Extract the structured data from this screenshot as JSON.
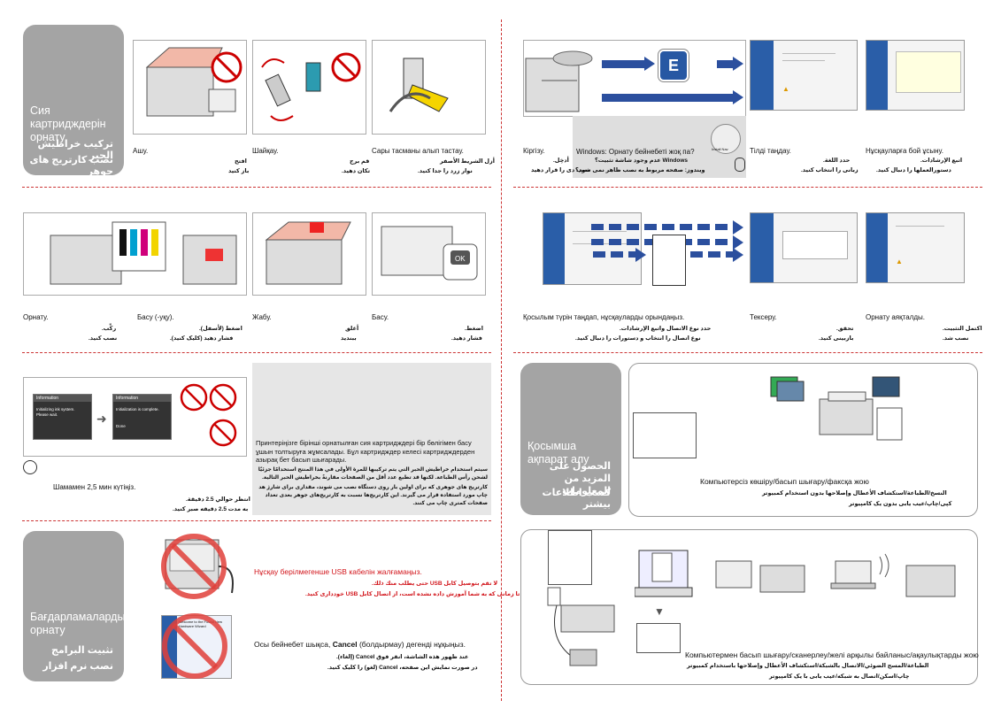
{
  "left_top": {
    "tab_title": "Сия картридждерін орнату",
    "tab_ar_1": "ترکیب خراطیش الحبر",
    "tab_ar_2": "نصب کارتریج های جوهر",
    "steps": [
      {
        "kz": "Ашу.",
        "ar1": "افتح",
        "ar2": "باز کنید"
      },
      {
        "kz": "Шайқау.",
        "ar1": "قم برج",
        "ar2": "تکان دهید."
      },
      {
        "kz": "Сары тасманы алып тастау.",
        "ar1": "أزل الشريط الأصفر",
        "ar2": "نوار زرد را جدا کنید."
      }
    ]
  },
  "left_mid": {
    "steps": [
      {
        "kz": "Орнату.",
        "ar1": "ركِّب.",
        "ar2": "نصب کنید."
      },
      {
        "kz": "Басу (-уқу).",
        "ar1": "اضغط (لأسفل).",
        "ar2": "فشار دهید (کلیک کنید)."
      },
      {
        "kz": "Жабу.",
        "ar1": "أغلق",
        "ar2": "ببندید"
      },
      {
        "kz": "Басу.",
        "ar1": "اضغط.",
        "ar2": "فشار دهید."
      }
    ]
  },
  "left_third": {
    "lcd1_header": "Information",
    "lcd1_l1": "Initializing ink system.",
    "lcd1_l2": "Please wait.",
    "lcd2_header": "Information",
    "lcd2_l1": "Initialization is complete.",
    "lcd2_ok": "Done",
    "time_kz": "Шамамен 2,5 мин күтіңіз.",
    "time_ar1": "انتظر حوالي 2.5 دقيقة.",
    "time_ar2": "به مدت 2.5 دقیقه صبر کنید.",
    "note_kz": "Принтеріңізге бірінші орнатылған сия картридждері бір бөлігімен басу ұшын толтыруға жұмсалады. Бұл картридждер келесі картридждерден азырақ бет басып шығарады.",
    "note_ar1": "سيتم استخدام خراطيش الحبر التي يتم تركيبها للمرة الأولى في هذا المنتج استخدامًا جزئيًا لشحن رأس الطباعة. لكنها قد تطبع عدد أقل من الصفحات مقارنةً بخراطيش الحبر التالية.",
    "note_ar2": "کارتریج های جوهری که برای اولین بار روی دستگاه نصب می شوند، مقداری برای شارژ هد چاپ مورد استفاده قرار می گیرند. این کارتریج‌ها نسبت به کارتریج‌های جوهر بعدی تعداد صفحات کمتری چاپ می کنند."
  },
  "left_bottom": {
    "tab_title": "Бағдарламаларды орнату",
    "tab_ar_1": "تثبيت البرامج",
    "tab_ar_2": "نصب نرم افزار",
    "usb_kz": "Нұсқау берілмегенше USB кабелін жалғамаңыз.",
    "usb_ar1": "لا تقم بتوصيل كابل USB حتى يطلب منك ذلك.",
    "usb_ar2": "تا زمانی که به شما آموزش داده نشده است، از اتصال کابل USB خودداری کنید.",
    "cancel_kz_pre": "Осы бейнебет шықса, ",
    "cancel_kz_bold": "Cancel",
    "cancel_kz_post": " (болдырмау) дегенді нұқыңыз.",
    "cancel_ar1": "عند ظهور هذه الشاشة، انقر فوق Cancel (إلغاء).",
    "cancel_ar2": "در صورت نمایش این صفحه، Cancel (لغو) را کلیک کنید.",
    "dialog_title": "Welcome to the Found New Hardware Wizard"
  },
  "right_top": {
    "cd_label": "E",
    "install_label": "Install Nav",
    "win_q": "Windows: Орнату бейнебеті жоқ па?",
    "win_l1": "Windows عدم وجود شاشة تثبيت؟",
    "win_l2": "ویندوز: صفحه مربوط به نصب ظاهر نمی شود؟",
    "steps": [
      {
        "kz": "Кіргізу.",
        "ar1": "أدخِل.",
        "ar2": "نصب دی را قرار دهید"
      },
      {
        "kz": "Тілді таңдау.",
        "ar1": "حدد اللغة.",
        "ar2": "زبانی را انتخاب کنید."
      },
      {
        "kz": "Нұсқауларға бой ұсыну.",
        "ar1": "اتبع الإرشادات.",
        "ar2": "دستورالعملها را دنبال کنید."
      }
    ]
  },
  "right_mid": {
    "steps": [
      {
        "kz": "Қосылым түрін таңдап, нұсқауларды орындаңыз.",
        "ar1": "حدد نوع الاتصال واتبع الإرشادات.",
        "ar2": "نوع اتصال را انتخاب و دستورات را دنبال کنید."
      },
      {
        "kz": "Тексеру.",
        "ar1": "تحقق.",
        "ar2": "بازبینی کنید."
      },
      {
        "kz": "Орнату аяқталды.",
        "ar1": "اكتمل التثبيت.",
        "ar2": "نصب شد."
      }
    ]
  },
  "right_third": {
    "tab_title": "Қосымша ақпарат алу",
    "tab_ar_1": "الحصول على المزيد من المعلومات",
    "tab_ar_2": "کسب اطلاعات بیشتر",
    "copy_kz": "Компьютерсіз көшіру/басып шығару/факсқа жою",
    "copy_ar1": "النسخ/الطباعة/استكشاف الأعطال وإصلاحها بدون استخدام كمبيوتر",
    "copy_ar2": "کپی/چاپ/عیب یابی بدون یک کامپیوتر"
  },
  "right_bottom": {
    "net_kz": "Компьютермен басып шығару/сканерлеу/желі арқылы байланыс/ақаулықтарды жою",
    "net_ar1": "الطباعة/المسح الضوئي/الاتصال بالشبكة/استكشاف الأعطال وإصلاحها باستخدام كمبيوتر",
    "net_ar2": "چاپ/اسکن/اتصال به شبکه/عیب یابی با یک کامپیوتر"
  }
}
